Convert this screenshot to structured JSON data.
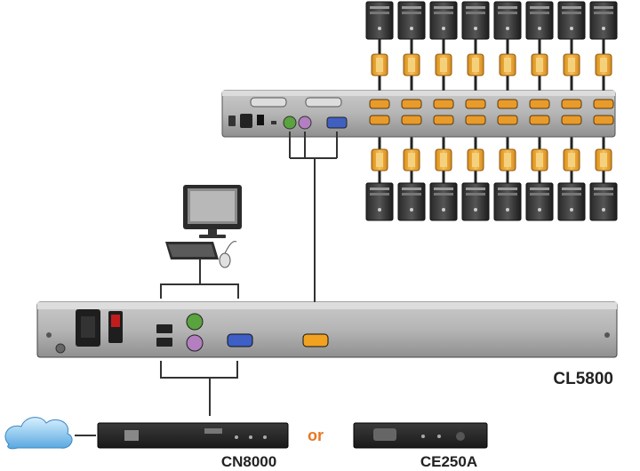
{
  "diagram": {
    "main_unit_label": "CL5800",
    "remote_option_1_label": "CN8000",
    "or_label": "or",
    "remote_option_2_label": "CE250A",
    "accent_color": "#e87722",
    "rows": [
      {
        "id": "top",
        "computers": 8
      },
      {
        "id": "bottom",
        "computers": 8
      }
    ]
  }
}
